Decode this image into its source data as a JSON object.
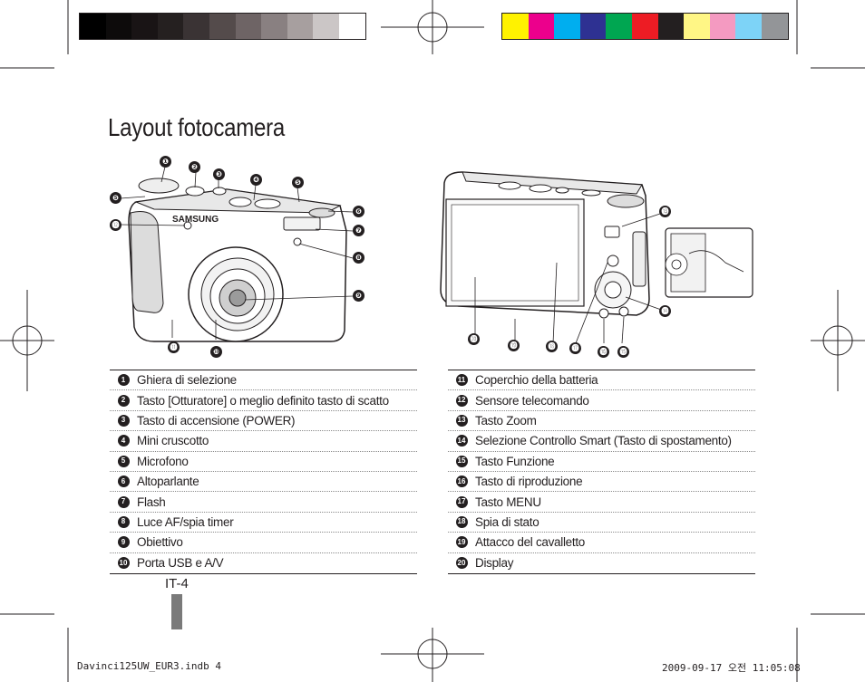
{
  "title": "Layout fotocamera",
  "camera_front": {
    "brand_logo": "SAMSUNG",
    "callouts": [
      "❶",
      "❷",
      "❸",
      "❹",
      "❺",
      "❺",
      "❻",
      "❼",
      "❽",
      "❾",
      "❿",
      "⓫",
      "⓬"
    ]
  },
  "camera_back": {
    "callouts": [
      "⓭",
      "⓮",
      "⓯",
      "⓰",
      "⓱",
      "⓲",
      "⓳",
      "⓴"
    ]
  },
  "parts_left": [
    {
      "num": "1",
      "label": "Ghiera di selezione"
    },
    {
      "num": "2",
      "label": "Tasto [Otturatore] o meglio definito tasto di scatto"
    },
    {
      "num": "3",
      "label": "Tasto di accensione (POWER)"
    },
    {
      "num": "4",
      "label": "Mini cruscotto"
    },
    {
      "num": "5",
      "label": "Microfono"
    },
    {
      "num": "6",
      "label": "Altoparlante"
    },
    {
      "num": "7",
      "label": "Flash"
    },
    {
      "num": "8",
      "label": "Luce AF/spia timer"
    },
    {
      "num": "9",
      "label": "Obiettivo"
    },
    {
      "num": "10",
      "label": "Porta USB e A/V"
    }
  ],
  "parts_right": [
    {
      "num": "11",
      "label": "Coperchio della batteria"
    },
    {
      "num": "12",
      "label": "Sensore telecomando"
    },
    {
      "num": "13",
      "label": "Tasto Zoom"
    },
    {
      "num": "14",
      "label": "Selezione Controllo Smart (Tasto di spostamento)"
    },
    {
      "num": "15",
      "label": "Tasto Funzione"
    },
    {
      "num": "16",
      "label": "Tasto di riproduzione"
    },
    {
      "num": "17",
      "label": "Tasto MENU"
    },
    {
      "num": "18",
      "label": "Spia di stato"
    },
    {
      "num": "19",
      "label": "Attacco del cavalletto"
    },
    {
      "num": "20",
      "label": "Display"
    }
  ],
  "page_number": "IT-4",
  "footer": {
    "file": "Davinci125UW_EUR3.indb   4",
    "timestamp": "2009-09-17   오전 11:05:08"
  },
  "colors": {
    "gray_scale": [
      "#000000",
      "#0d0b0b",
      "#191415",
      "#252020",
      "#3a3334",
      "#544b4b",
      "#6e6465",
      "#898081",
      "#a79f9f",
      "#cbc6c6",
      "#ffffff"
    ],
    "process": [
      "#fff200",
      "#ec008c",
      "#00aeef",
      "#2e3192",
      "#00a651",
      "#ed1c24",
      "#231f20",
      "#fff685",
      "#f49ac1",
      "#7dd3f7",
      "#939598"
    ]
  }
}
